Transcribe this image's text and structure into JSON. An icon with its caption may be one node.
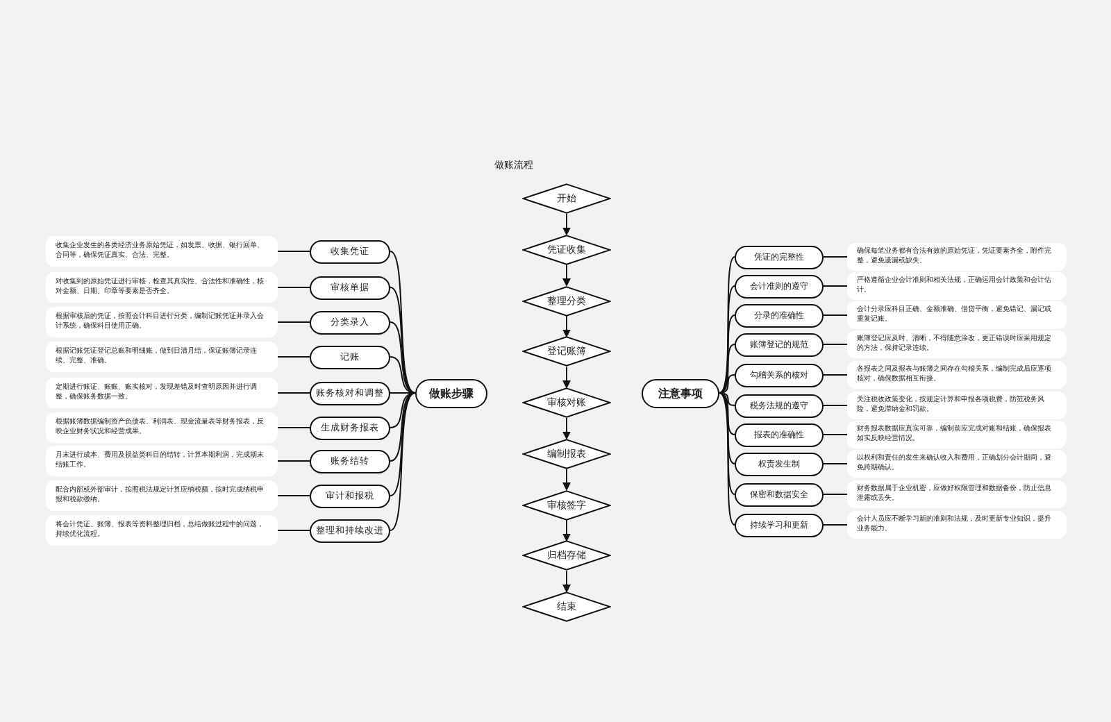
{
  "diagram": {
    "title": "做账流程",
    "nodes": [
      {
        "text": [
          "开始"
        ]
      },
      {
        "text": [
          "凭证收集"
        ]
      },
      {
        "text": [
          "整理分类"
        ]
      },
      {
        "text": [
          "登记账簿"
        ]
      },
      {
        "text": [
          "审核对账"
        ]
      },
      {
        "text": [
          "编制报表"
        ]
      },
      {
        "text": [
          "审核签字"
        ]
      },
      {
        "text": [
          "归档存储"
        ]
      },
      {
        "text": [
          "结束"
        ]
      },
      {
        "text": [
          "做账步骤"
        ]
      },
      {
        "text": [
          "收集凭证"
        ]
      },
      {
        "text": [
          "审核单据"
        ]
      },
      {
        "text": [
          "分类录入"
        ]
      },
      {
        "text": [
          "记账"
        ]
      },
      {
        "text": [
          "账务核对和调整"
        ]
      },
      {
        "text": [
          "生成财务报表"
        ]
      },
      {
        "text": [
          "账务结转"
        ]
      },
      {
        "text": [
          "审计和报税"
        ]
      },
      {
        "text": [
          "整理和持续改进"
        ]
      },
      {
        "text": [
          "收集企业发生的各类经济业务原始凭证，如发票、收据、银行回单、合同等，确保凭证真实、合法、完整。"
        ]
      },
      {
        "text": [
          "对收集到的原始凭证进行审核，检查其真实性、合法性和准确性，核对金额、日期、印章等要素是否齐全。"
        ]
      },
      {
        "text": [
          "根据审核后的凭证，按照会计科目进行分类，编制记账凭证并录入会计系统，确保科目使用正确。"
        ]
      },
      {
        "text": [
          "根据记账凭证登记总账和明细账，做到日清月结，保证账簿记录连续、完整、准确。"
        ]
      },
      {
        "text": [
          "定期进行账证、账账、账实核对，发现差错及时查明原因并进行调整，确保账务数据一致。"
        ]
      },
      {
        "text": [
          "根据账簿数据编制资产负债表、利润表、现金流量表等财务报表，反映企业财务状况和经营成果。"
        ]
      },
      {
        "text": [
          "月末进行成本、费用及损益类科目的结转，计算本期利润，完成期末结账工作。"
        ]
      },
      {
        "text": [
          "配合内部或外部审计，按照税法规定计算应纳税额，按时完成纳税申报和税款缴纳。"
        ]
      },
      {
        "text": [
          "将会计凭证、账簿、报表等资料整理归档，总结做账过程中的问题，持续优化流程。"
        ]
      },
      {
        "text": [
          "注意事项"
        ]
      },
      {
        "text": [
          "凭证的完整性"
        ]
      },
      {
        "text": [
          "会计准则的遵守"
        ]
      },
      {
        "text": [
          "分录的准确性"
        ]
      },
      {
        "text": [
          "账簿登记的规范"
        ]
      },
      {
        "text": [
          "勾稽关系的核对"
        ]
      },
      {
        "text": [
          "税务法规的遵守"
        ]
      },
      {
        "text": [
          "报表的准确性"
        ]
      },
      {
        "text": [
          "权责发生制"
        ]
      },
      {
        "text": [
          "保密和数据安全"
        ]
      },
      {
        "text": [
          "持续学习和更新"
        ]
      },
      {
        "text": [
          "确保每笔业务都有合法有效的原始凭证，凭证要素齐全，附件完整，避免遗漏或缺失。"
        ]
      },
      {
        "text": [
          "严格遵循企业会计准则和相关法规，正确运用会计政策和会计估计。"
        ]
      },
      {
        "text": [
          "会计分录应科目正确、金额准确、借贷平衡，避免错记、漏记或重复记账。"
        ]
      },
      {
        "text": [
          "账簿登记应及时、清晰，不得随意涂改，更正错误时应采用规定的方法，保持记录连续。"
        ]
      },
      {
        "text": [
          "各报表之间及报表与账簿之间存在勾稽关系，编制完成后应逐项核对，确保数据相互衔接。"
        ]
      },
      {
        "text": [
          "关注税收政策变化，按规定计算和申报各项税费，防范税务风险，避免滞纳金和罚款。"
        ]
      },
      {
        "text": [
          "财务报表数据应真实可靠，编制前应完成对账和结账，确保报表如实反映经营情况。"
        ]
      },
      {
        "text": [
          "以权利和责任的发生来确认收入和费用，正确划分会计期间，避免跨期确认。"
        ]
      },
      {
        "text": [
          "财务数据属于企业机密，应做好权限管理和数据备份，防止信息泄露或丢失。"
        ]
      },
      {
        "text": [
          "会计人员应不断学习新的准则和法规，及时更新专业知识，提升业务能力。"
        ]
      }
    ],
    "edges": [
      {
        "from": 0,
        "to": 1,
        "arrow": "to"
      },
      {
        "from": 1,
        "to": 2,
        "arrow": "to"
      },
      {
        "from": 2,
        "to": 3,
        "arrow": "to"
      },
      {
        "from": 3,
        "to": 4,
        "arrow": "to"
      },
      {
        "from": 4,
        "to": 5,
        "arrow": "to"
      },
      {
        "from": 5,
        "to": 6,
        "arrow": "to"
      },
      {
        "from": 6,
        "to": 7,
        "arrow": "to"
      },
      {
        "from": 7,
        "to": 8,
        "arrow": "to"
      },
      {
        "from": 9,
        "to": 10,
        "arrow": "none"
      },
      {
        "from": 9,
        "to": 11,
        "arrow": "none"
      },
      {
        "from": 9,
        "to": 12,
        "arrow": "none"
      },
      {
        "from": 9,
        "to": 13,
        "arrow": "none"
      },
      {
        "from": 9,
        "to": 14,
        "arrow": "none"
      },
      {
        "from": 9,
        "to": 15,
        "arrow": "none"
      },
      {
        "from": 9,
        "to": 16,
        "arrow": "none"
      },
      {
        "from": 9,
        "to": 17,
        "arrow": "none"
      },
      {
        "from": 9,
        "to": 18,
        "arrow": "none"
      },
      {
        "from": 10,
        "to": 19,
        "arrow": "none"
      },
      {
        "from": 11,
        "to": 20,
        "arrow": "none"
      },
      {
        "from": 12,
        "to": 21,
        "arrow": "none"
      },
      {
        "from": 13,
        "to": 22,
        "arrow": "none"
      },
      {
        "from": 14,
        "to": 23,
        "arrow": "none"
      },
      {
        "from": 15,
        "to": 24,
        "arrow": "none"
      },
      {
        "from": 16,
        "to": 25,
        "arrow": "none"
      },
      {
        "from": 17,
        "to": 26,
        "arrow": "none"
      },
      {
        "from": 18,
        "to": 27,
        "arrow": "none"
      },
      {
        "from": 28,
        "to": 29,
        "arrow": "none"
      },
      {
        "from": 28,
        "to": 30,
        "arrow": "none"
      },
      {
        "from": 28,
        "to": 31,
        "arrow": "none"
      },
      {
        "from": 28,
        "to": 32,
        "arrow": "none"
      },
      {
        "from": 28,
        "to": 33,
        "arrow": "none"
      },
      {
        "from": 28,
        "to": 34,
        "arrow": "none"
      },
      {
        "from": 28,
        "to": 35,
        "arrow": "none"
      },
      {
        "from": 28,
        "to": 36,
        "arrow": "none"
      },
      {
        "from": 28,
        "to": 37,
        "arrow": "none"
      },
      {
        "from": 28,
        "to": 38,
        "arrow": "none"
      },
      {
        "from": 29,
        "to": 39,
        "arrow": "none"
      },
      {
        "from": 30,
        "to": 40,
        "arrow": "none"
      },
      {
        "from": 31,
        "to": 41,
        "arrow": "none"
      },
      {
        "from": 32,
        "to": 42,
        "arrow": "none"
      },
      {
        "from": 33,
        "to": 43,
        "arrow": "none"
      },
      {
        "from": 34,
        "to": 44,
        "arrow": "none"
      },
      {
        "from": 35,
        "to": 45,
        "arrow": "none"
      },
      {
        "from": 36,
        "to": 46,
        "arrow": "none"
      },
      {
        "from": 37,
        "to": 47,
        "arrow": "none"
      },
      {
        "from": 38,
        "to": 48,
        "arrow": "none"
      }
    ]
  }
}
